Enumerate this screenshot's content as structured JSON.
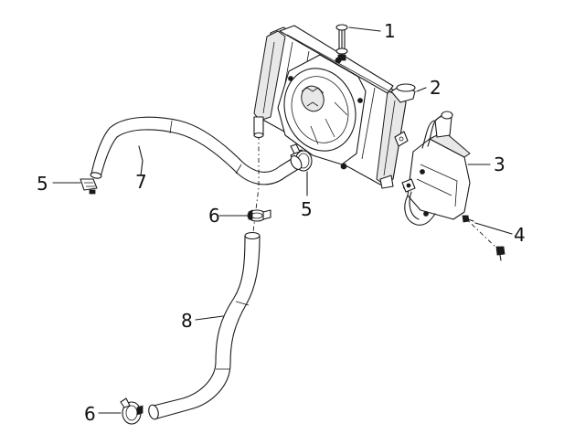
{
  "diagram": {
    "callouts": [
      {
        "id": "1",
        "text": "1"
      },
      {
        "id": "2",
        "text": "2"
      },
      {
        "id": "3",
        "text": "3"
      },
      {
        "id": "4",
        "text": "4"
      },
      {
        "id": "5a",
        "text": "5"
      },
      {
        "id": "5b",
        "text": "5"
      },
      {
        "id": "6a",
        "text": "6"
      },
      {
        "id": "6b",
        "text": "6"
      },
      {
        "id": "7",
        "text": "7"
      },
      {
        "id": "8",
        "text": "8"
      }
    ],
    "colors": {
      "ink": "#1a1a1a",
      "background": "#ffffff"
    }
  }
}
